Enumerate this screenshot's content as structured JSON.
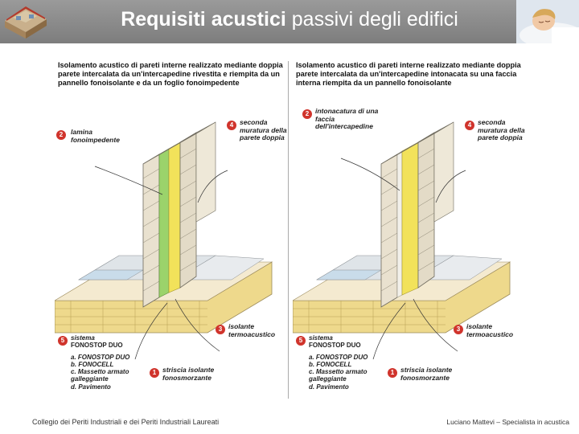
{
  "header": {
    "title_bold": "Requisiti acustici",
    "title_rest": " passivi degli edifici"
  },
  "left_panel": {
    "caption": "Isolamento acustico di pareti interne realizzato mediante doppia parete intercalata da un'intercapedine rivestita e riempita da un pannello fonoisolante e da un foglio fonoimpedente",
    "callouts": {
      "n2": "2",
      "c2": "lamina fonoimpedente",
      "n4": "4",
      "c4": "seconda muratura della parete doppia",
      "n3": "3",
      "c3": "isolante termoacustico",
      "n5": "5",
      "c5a": "sistema",
      "c5b": "FONOSTOP DUO",
      "n1": "1",
      "c1": "striscia isolante fonosmorzante",
      "la": "a. FONOSTOP DUO",
      "lb": "b. FONOCELL",
      "lc": "c. Massetto armato galleggiante",
      "ld": "d. Pavimento"
    }
  },
  "right_panel": {
    "caption": "Isolamento acustico di pareti interne realizzato mediante doppia parete intercalata da un'intercapedine intonacata su una faccia interna riempita da un pannello fonoisolante",
    "callouts": {
      "n2": "2",
      "c2": "intonacatura di una faccia dell'intercapedine",
      "n4": "4",
      "c4": "seconda muratura della parete doppia",
      "n3": "3",
      "c3": "isolante termoacustico",
      "n5": "5",
      "c5a": "sistema",
      "c5b": "FONOSTOP DUO",
      "n1": "1",
      "c1": "striscia isolante fonosmorzante",
      "la": "a. FONOSTOP DUO",
      "lb": "b. FONOCELL",
      "lc": "c. Massetto armato galleggiante",
      "ld": "d. Pavimento"
    }
  },
  "footer": {
    "left": "Collegio dei Periti Industriali e dei Periti Industriali Laureati",
    "right": "Luciano Mattevi – Specialista in acustica"
  }
}
